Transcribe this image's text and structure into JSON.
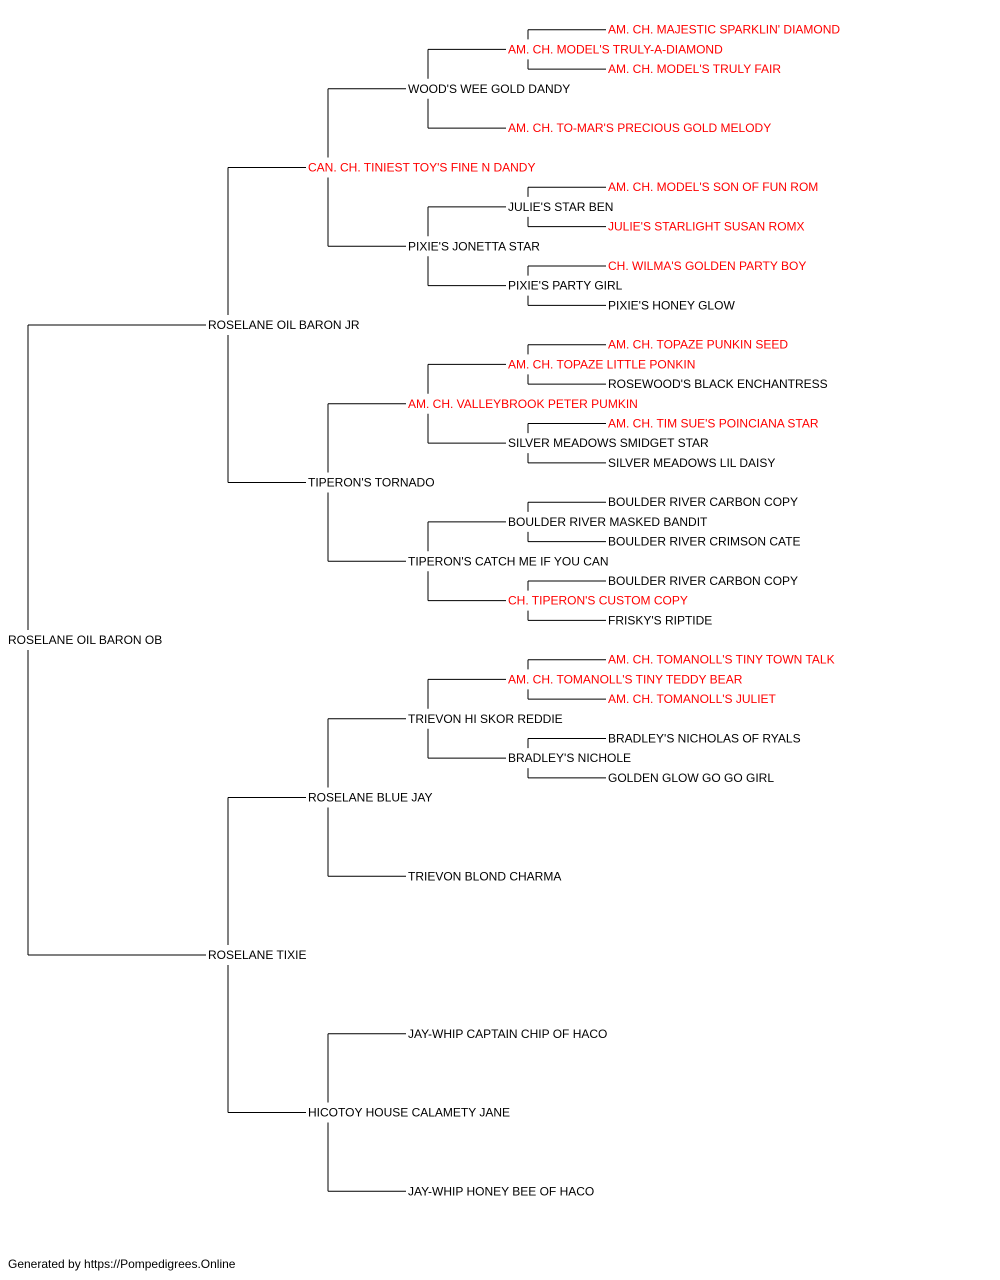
{
  "colors": {
    "champion": "#ff0000",
    "regular": "#000000",
    "line": "#000000"
  },
  "pedigree": {
    "name": "ROSELANE OIL BARON OB",
    "champion": false,
    "sire": {
      "name": "ROSELANE OIL BARON JR",
      "champion": false,
      "sire": {
        "name": "CAN. CH. TINIEST TOY'S FINE N DANDY",
        "champion": true,
        "sire": {
          "name": "WOOD'S WEE GOLD DANDY",
          "champion": false,
          "sire": {
            "name": "AM. CH. MODEL'S TRULY-A-DIAMOND",
            "champion": true,
            "sire": {
              "name": "AM. CH. MAJESTIC SPARKLIN' DIAMOND",
              "champion": true
            },
            "dam": {
              "name": "AM. CH. MODEL'S TRULY FAIR",
              "champion": true
            }
          },
          "dam": {
            "name": "AM. CH. TO-MAR'S PRECIOUS GOLD MELODY",
            "champion": true
          }
        },
        "dam": {
          "name": "PIXIE'S JONETTA STAR",
          "champion": false,
          "sire": {
            "name": "JULIE'S STAR BEN",
            "champion": false,
            "sire": {
              "name": "AM. CH. MODEL'S SON OF FUN ROM",
              "champion": true
            },
            "dam": {
              "name": "JULIE'S STARLIGHT SUSAN ROMX",
              "champion": true
            }
          },
          "dam": {
            "name": "PIXIE'S PARTY GIRL",
            "champion": false,
            "sire": {
              "name": "CH. WILMA'S GOLDEN PARTY BOY",
              "champion": true
            },
            "dam": {
              "name": "PIXIE'S HONEY GLOW",
              "champion": false
            }
          }
        }
      },
      "dam": {
        "name": "TIPERON'S TORNADO",
        "champion": false,
        "sire": {
          "name": "AM. CH. VALLEYBROOK PETER PUMKIN",
          "champion": true,
          "sire": {
            "name": "AM. CH. TOPAZE LITTLE PONKIN",
            "champion": true,
            "sire": {
              "name": "AM. CH. TOPAZE PUNKIN SEED",
              "champion": true
            },
            "dam": {
              "name": "ROSEWOOD'S BLACK ENCHANTRESS",
              "champion": false
            }
          },
          "dam": {
            "name": "SILVER MEADOWS SMIDGET STAR",
            "champion": false,
            "sire": {
              "name": "AM. CH. TIM SUE'S POINCIANA STAR",
              "champion": true
            },
            "dam": {
              "name": "SILVER MEADOWS LIL DAISY",
              "champion": false
            }
          }
        },
        "dam": {
          "name": "TIPERON'S CATCH ME IF YOU CAN",
          "champion": false,
          "sire": {
            "name": "BOULDER RIVER MASKED BANDIT",
            "champion": false,
            "sire": {
              "name": "BOULDER RIVER CARBON COPY",
              "champion": false
            },
            "dam": {
              "name": "BOULDER RIVER CRIMSON CATE",
              "champion": false
            }
          },
          "dam": {
            "name": "CH. TIPERON'S CUSTOM COPY",
            "champion": true,
            "sire": {
              "name": "BOULDER RIVER CARBON COPY",
              "champion": false
            },
            "dam": {
              "name": "FRISKY'S RIPTIDE",
              "champion": false
            }
          }
        }
      }
    },
    "dam": {
      "name": "ROSELANE TIXIE",
      "champion": false,
      "sire": {
        "name": "ROSELANE BLUE JAY",
        "champion": false,
        "sire": {
          "name": "TRIEVON HI SKOR REDDIE",
          "champion": false,
          "sire": {
            "name": "AM. CH. TOMANOLL'S TINY TEDDY BEAR",
            "champion": true,
            "sire": {
              "name": "AM. CH. TOMANOLL'S TINY TOWN TALK",
              "champion": true
            },
            "dam": {
              "name": "AM. CH. TOMANOLL'S JULIET",
              "champion": true
            }
          },
          "dam": {
            "name": "BRADLEY'S NICHOLE",
            "champion": false,
            "sire": {
              "name": "BRADLEY'S NICHOLAS OF RYALS",
              "champion": false
            },
            "dam": {
              "name": "GOLDEN GLOW GO GO GIRL",
              "champion": false
            }
          }
        },
        "dam": {
          "name": "TRIEVON BLOND CHARMA",
          "champion": false
        }
      },
      "dam": {
        "name": "HICOTOY HOUSE CALAMETY JANE",
        "champion": false,
        "sire": {
          "name": "JAY-WHIP CAPTAIN CHIP OF HACO",
          "champion": false
        },
        "dam": {
          "name": "JAY-WHIP HONEY BEE OF HACO",
          "champion": false
        }
      }
    }
  },
  "footer": {
    "text": "Generated by https://Pompedigrees.Online"
  }
}
